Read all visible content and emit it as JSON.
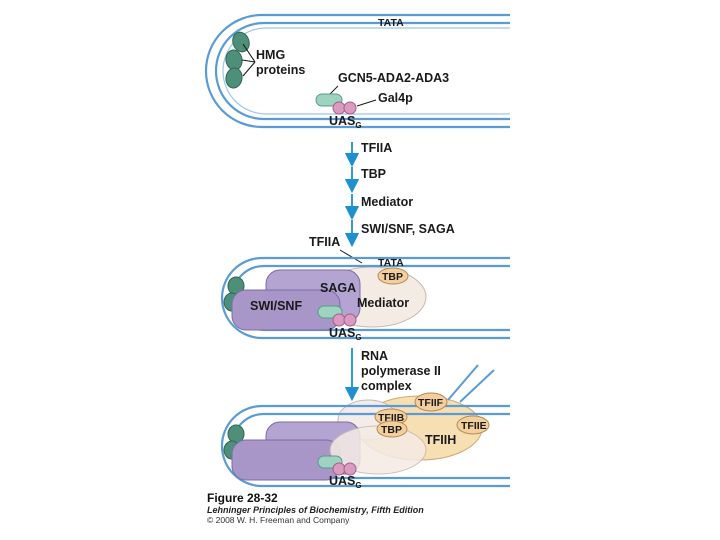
{
  "panel1": {
    "tata": "TATA",
    "hmg_line1": "HMG",
    "hmg_line2": "proteins",
    "gcn5": "GCN5-ADA2-ADA3",
    "gal4p": "Gal4p",
    "uas": "UAS",
    "uas_sub": "G"
  },
  "steps1": {
    "tfiia": "TFIIA",
    "tbp": "TBP",
    "mediator": "Mediator",
    "swisnf_saga": "SWI/SNF, SAGA"
  },
  "panel2": {
    "tfiia": "TFIIA",
    "tata": "TATA",
    "tbp": "TBP",
    "saga": "SAGA",
    "swisnf": "SWI/SNF",
    "mediator": "Mediator",
    "uas": "UAS",
    "uas_sub": "G"
  },
  "steps2": {
    "line1": "RNA",
    "line2": "polymerase II",
    "line3": "complex"
  },
  "panel3": {
    "tfiif": "TFIIF",
    "tfiib": "TFIIB",
    "tbp": "TBP",
    "tfiie": "TFIIE",
    "tfiih": "TFIIH",
    "uas": "UAS",
    "uas_sub": "G"
  },
  "caption": {
    "title": "Figure 28-32",
    "book": "Lehninger Principles of Biochemistry, Fifth Edition",
    "copyright": "© 2008 W. H. Freeman and Company"
  },
  "colors": {
    "dna": "#5b9bd5",
    "arrow": "#1e8fd0",
    "hmg": "#4e8f7a",
    "gcn5": "#9fd3c1",
    "gal4p": "#d99bc1",
    "swi": "#a896c8",
    "mediator": "#f5ebe5",
    "tbp": "#f3cf9e",
    "pol": "#f7dfb4"
  }
}
